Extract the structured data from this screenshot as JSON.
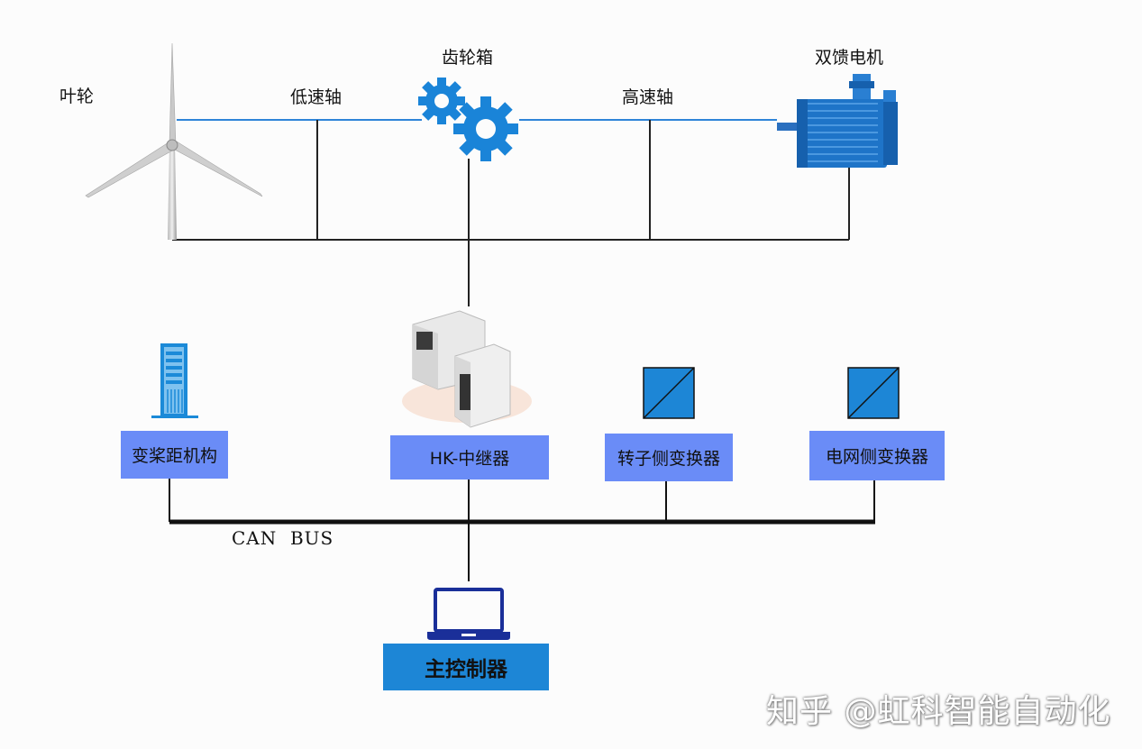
{
  "components": {
    "impeller": "叶轮",
    "low_speed_shaft": "低速轴",
    "gearbox": "齿轮箱",
    "high_speed_shaft": "高速轴",
    "dfig_motor": "双馈电机"
  },
  "boxes": {
    "pitch": "变桨距机构",
    "repeater": "HK-中继器",
    "rotor_converter": "转子侧变换器",
    "grid_converter": "电网侧变换器",
    "main_controller": "主控制器"
  },
  "bus_label": "CAN  BUS",
  "watermark": "知乎 @虹科智能自动化",
  "colors": {
    "box_fill": "#6a8cf7",
    "main_box_fill": "#1d86d6",
    "shaft_line": "#2f84d8",
    "icon_blue": "#1e74c8"
  }
}
